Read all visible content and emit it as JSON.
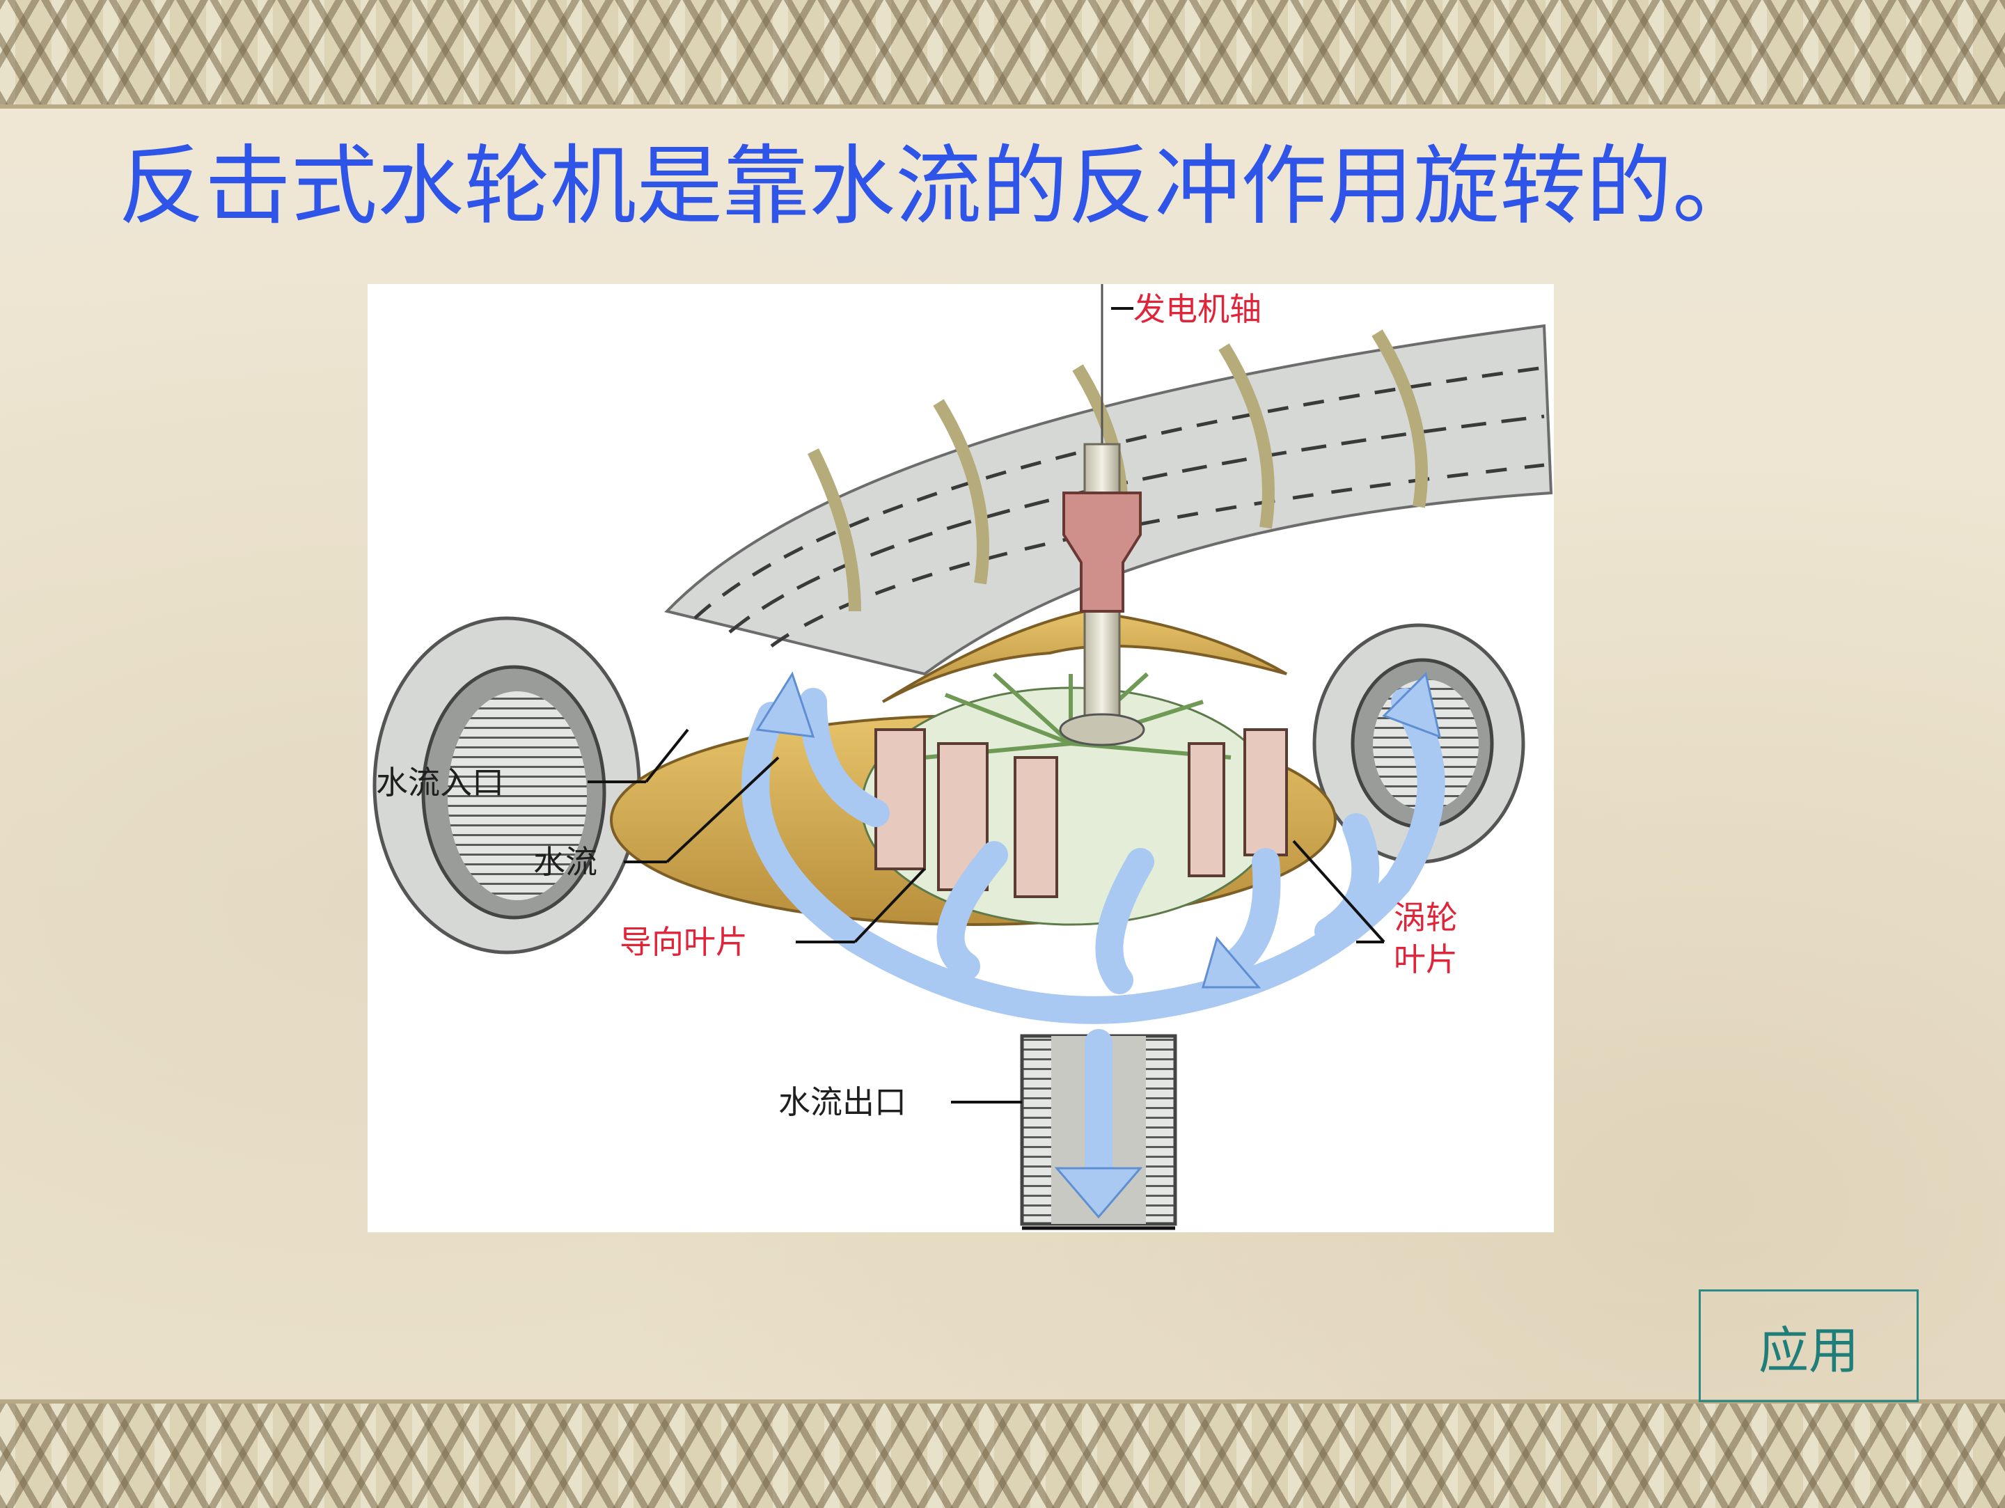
{
  "slide": {
    "title": "反击式水轮机是靠水流的反冲作用旋转的。"
  },
  "diagram": {
    "labels": {
      "generator_shaft": "发电机轴",
      "water_inlet": "水流入口",
      "water_flow": "水流",
      "guide_vanes": "导向叶片",
      "turbine_blades_line1": "涡轮",
      "turbine_blades_line2": "叶片",
      "water_outlet": "水流出口"
    },
    "colors": {
      "label_black": "#1f1f1f",
      "label_red": "#e0243a",
      "water_arrow": "#a9c8f2",
      "pipe": "#d9dbd9",
      "disc": "#d9b55a"
    }
  },
  "buttons": {
    "apply_label": "应用"
  },
  "colors": {
    "title": "#2f55e8",
    "button_border": "#2a8a86"
  }
}
